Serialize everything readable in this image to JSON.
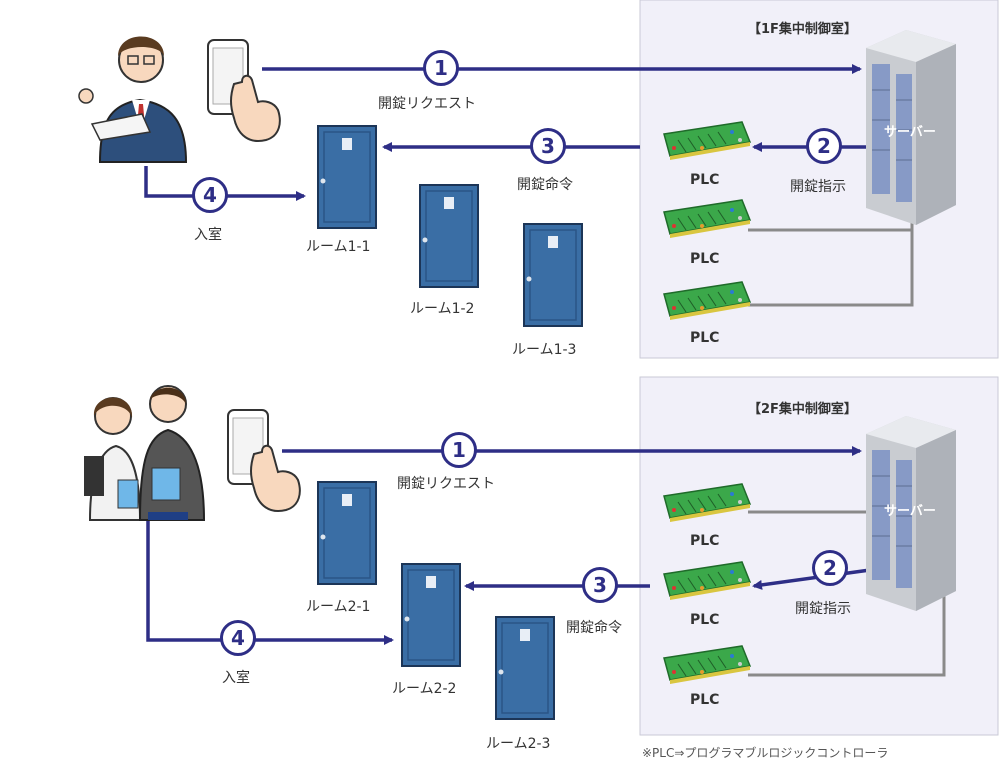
{
  "floor1": {
    "control_room_title": "【1F集中制御室】",
    "server_label": "サーバー",
    "plc_labels": [
      "PLC",
      "PLC",
      "PLC"
    ],
    "steps": [
      "1",
      "2",
      "3",
      "4"
    ],
    "step_labels": {
      "request": "開錠リクエスト",
      "instruction": "開錠指示",
      "command": "開錠命令",
      "enter": "入室"
    },
    "rooms": [
      "ルーム1-1",
      "ルーム1-2",
      "ルーム1-3"
    ]
  },
  "floor2": {
    "control_room_title": "【2F集中制御室】",
    "server_label": "サーバー",
    "plc_labels": [
      "PLC",
      "PLC",
      "PLC"
    ],
    "steps": [
      "1",
      "2",
      "3",
      "4"
    ],
    "step_labels": {
      "request": "開錠リクエスト",
      "instruction": "開錠指示",
      "command": "開錠命令",
      "enter": "入室"
    },
    "rooms": [
      "ルーム2-1",
      "ルーム2-2",
      "ルーム2-3"
    ]
  },
  "footnote": "※PLC⇒プログラマブルロジックコントローラ",
  "colors": {
    "arrow": "#2e2e86",
    "door": "#3a6ea5",
    "panel_bg": "#f1f0f9",
    "pcb": "#3ba84a",
    "wire": "#8a8a8a"
  },
  "icons": [
    "person-icon",
    "smartphone-hand-icon",
    "door-icon",
    "server-icon",
    "plc-board-icon"
  ]
}
